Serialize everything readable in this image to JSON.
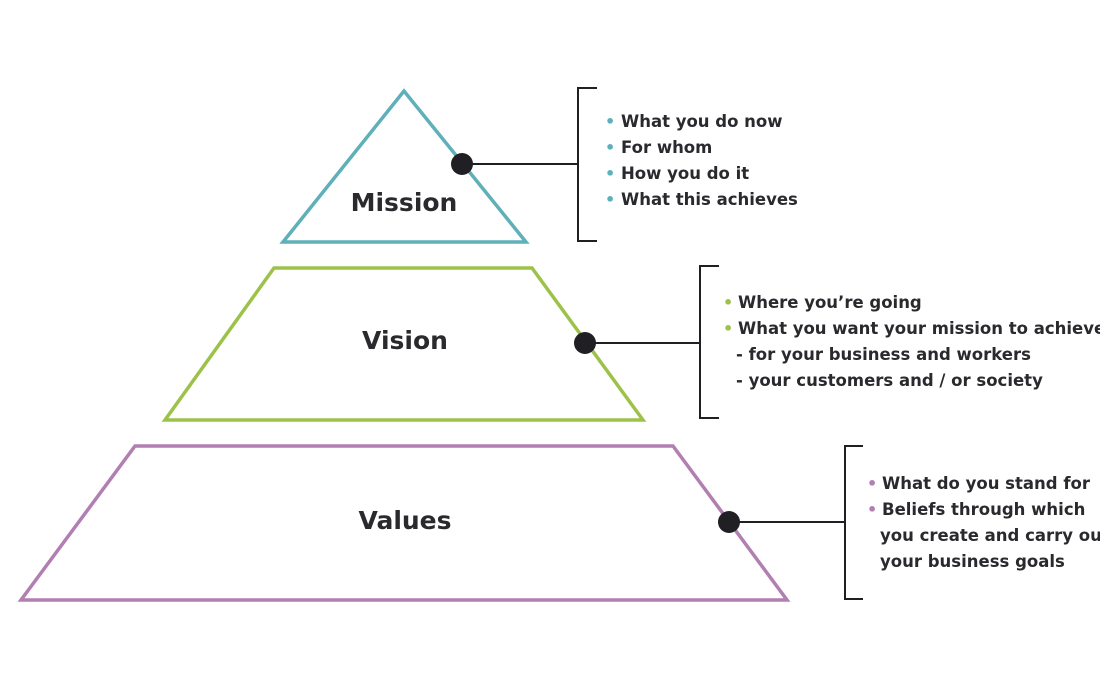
{
  "colors": {
    "mission": "#5fb0b9",
    "vision": "#9dc24a",
    "values": "#b27fb3",
    "connector": "#1f1f24",
    "text": "#2a2a2e",
    "background": "#ffffff"
  },
  "layers": {
    "mission": {
      "label": "Mission",
      "bullets": [
        "What you do now",
        "For whom",
        "How you do it",
        "What this achieves"
      ]
    },
    "vision": {
      "label": "Vision",
      "bullets": [
        "Where you’re going",
        "What you want your mission to achieve"
      ],
      "sub_lines": [
        "- for your business and workers",
        "- your customers and / or society"
      ]
    },
    "values": {
      "label": "Values",
      "bullets": [
        "What do you stand for",
        "Beliefs through which"
      ],
      "continuation": [
        "you create and carry out",
        "your business goals"
      ]
    }
  }
}
